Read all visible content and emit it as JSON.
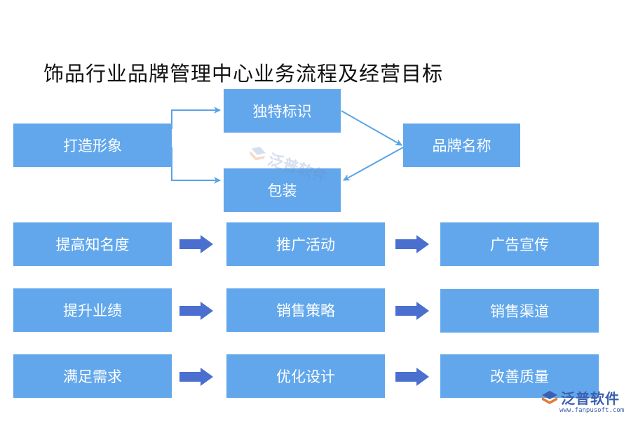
{
  "title": "饰品行业品牌管理中心业务流程及经营目标",
  "top_section": {
    "source": "打造形象",
    "upper": "独特标识",
    "lower": "包装",
    "target": "品牌名称"
  },
  "rows": [
    {
      "goal": "提高知名度",
      "action": "推广活动",
      "result": "广告宣传"
    },
    {
      "goal": "提升业绩",
      "action": "销售策略",
      "result": "销售渠道"
    },
    {
      "goal": "满足需求",
      "action": "优化设计",
      "result": "改善质量"
    }
  ],
  "watermark": {
    "text": "泛普软件"
  },
  "logo": {
    "name": "泛普软件",
    "url": "www.fanpusoft.com"
  },
  "colors": {
    "box_fill": "#62a7ec",
    "box_text": "#ffffff",
    "block_arrow": "#4a6fce",
    "thin_arrow": "#5aa3e6"
  }
}
